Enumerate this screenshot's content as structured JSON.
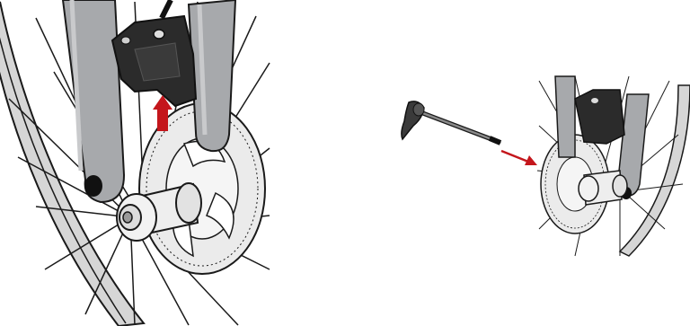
{
  "illustration": {
    "panels": [
      {
        "id": "left",
        "subject": "disc-brake-rotor-caliper-closeup"
      },
      {
        "id": "right",
        "subject": "wheel-with-quick-release-skewer"
      }
    ],
    "arrows": [
      {
        "panel": "left",
        "direction": "up"
      },
      {
        "panel": "right",
        "direction": "into-hub"
      }
    ],
    "colors": {
      "arrow": "#c4161c",
      "fork": "#a7a9ac",
      "caliper": "#2b2b2b",
      "outline": "#1a1a1a",
      "tire": "#d6d6d6",
      "rotor": "#e6e6e6"
    }
  }
}
